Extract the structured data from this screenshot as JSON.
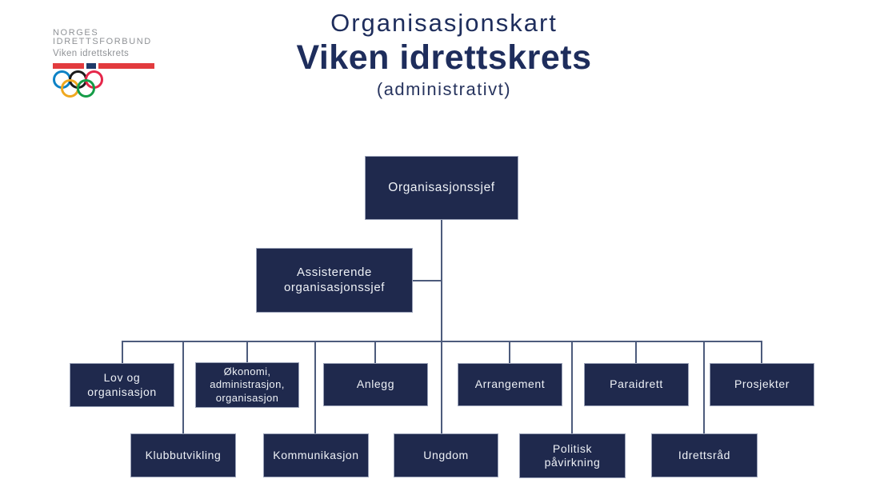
{
  "header": {
    "title": "Organisasjonskart",
    "subtitle": "Viken idrettskrets",
    "note": "(administrativt)"
  },
  "logo": {
    "line1": "NORGES",
    "line2": "IDRETTSFORBUND",
    "line3": "Viken idrettskrets",
    "flag_colors": {
      "red": "#e23b3e",
      "navy": "#1f3a68"
    },
    "ring_colors": {
      "blue": "#0d82c6",
      "black": "#1b1b1b",
      "red": "#e5274a",
      "yellow": "#efa820",
      "green": "#149c47"
    }
  },
  "org": {
    "root": {
      "label": "Organisasjonssjef"
    },
    "deputy": {
      "label": "Assisterende\norganisasjonssjef"
    },
    "upper_row": [
      {
        "label": "Lov og\norganisasjon"
      },
      {
        "label": "Økonomi,\nadministrasjon,\norganisasjon"
      },
      {
        "label": "Anlegg"
      },
      {
        "label": "Arrangement"
      },
      {
        "label": "Paraidrett"
      },
      {
        "label": "Prosjekter"
      }
    ],
    "lower_row": [
      {
        "label": "Klubbutvikling"
      },
      {
        "label": "Kommunikasjon"
      },
      {
        "label": "Ungdom"
      },
      {
        "label": "Politisk\npåvirkning"
      },
      {
        "label": "Idrettsråd"
      }
    ]
  },
  "colors": {
    "box_fill": "#1f294d",
    "box_border": "#9aa2b8",
    "box_text": "#eef1f6",
    "connector": "#4d5b7c",
    "title_navy": "#1e2d5c",
    "logo_gray": "#8f9296"
  }
}
